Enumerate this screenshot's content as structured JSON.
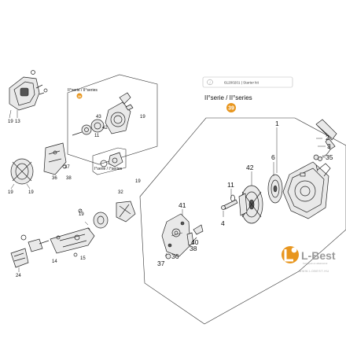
{
  "info_box": {
    "icon": "info-icon",
    "text": "61200201 | Starter kit"
  },
  "badge": {
    "label": "39",
    "color": "#e8961e"
  },
  "series_small": "II°serie / II°series",
  "series_small_2": "I°serie / I°series",
  "series_big": "II°serie / II°series",
  "small_labels": [
    "19",
    "13",
    "19",
    "19",
    "37",
    "36",
    "38",
    "43",
    "42",
    "11",
    "19",
    "19",
    "19",
    "15",
    "14",
    "24",
    "32"
  ],
  "big_labels": {
    "l1": "1",
    "l2": "2",
    "l3": "3",
    "l35": "35",
    "l6": "6",
    "l42": "42",
    "l11": "11",
    "l4": "4",
    "l41": "41",
    "l37": "37",
    "l36": "36",
    "l38": "38",
    "l40": "40"
  },
  "logo": {
    "brand": "L-Best",
    "tagline": "Kertgépek és alkatrészek",
    "url": "WWW.LOBEST.HU",
    "colors": {
      "orange": "#e8961e",
      "gray": "#9a9a9a"
    }
  }
}
